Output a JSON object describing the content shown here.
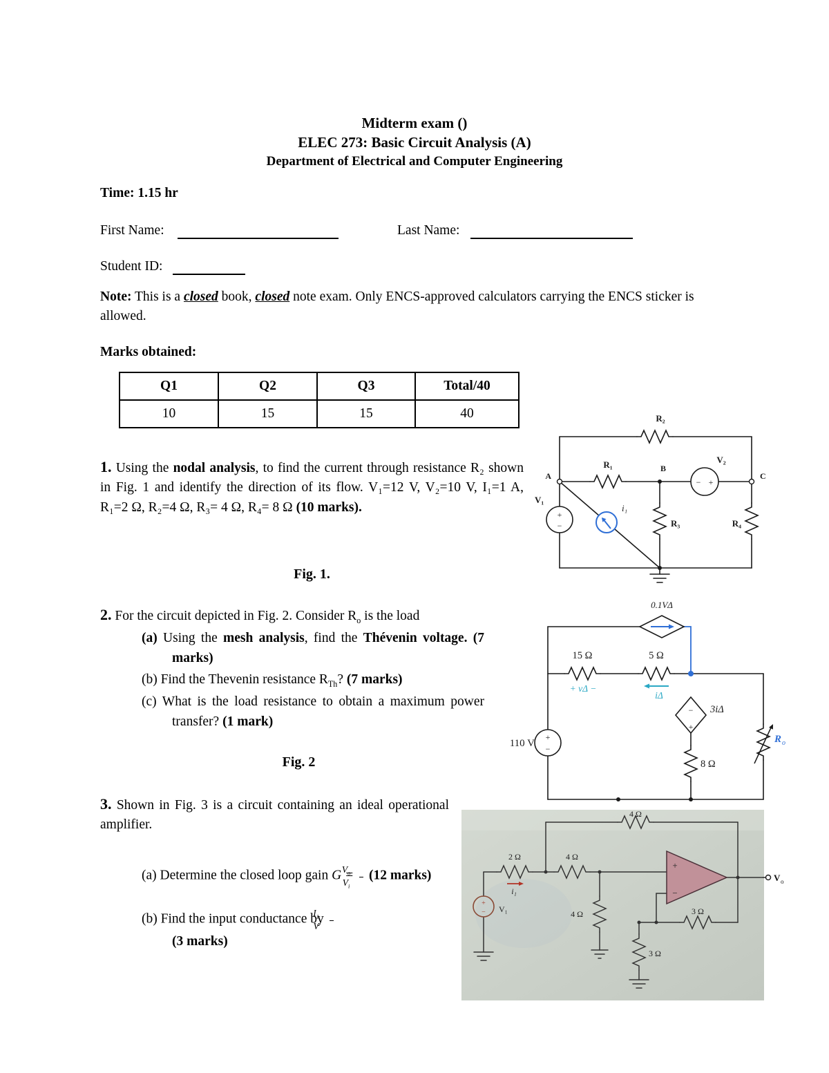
{
  "colors": {
    "accent_blue": "#2f6fd6",
    "teal": "#2aa8c4",
    "opamp_fill": "#c08a94",
    "photo_bg": "#ccd2ca",
    "ink": "#1a1a1a"
  },
  "header": {
    "line1": "Midterm exam ()",
    "line2": "ELEC 273: Basic Circuit Analysis (A)",
    "line3": "Department of Electrical and Computer Engineering"
  },
  "meta": {
    "time": "Time: 1.15 hr",
    "first_name_label": "First Name:",
    "last_name_label": "Last Name:",
    "student_id_label": "Student ID:"
  },
  "note": {
    "label": "Note:",
    "t1": " This is a ",
    "em1": "closed",
    "t2": " book, ",
    "em2": "closed",
    "t3": " note exam. Only ENCS-approved calculators carrying the ENCS sticker is allowed."
  },
  "marks": {
    "title": "Marks obtained:",
    "headers": [
      "Q1",
      "Q2",
      "Q3",
      "Total/40"
    ],
    "values": [
      "10",
      "15",
      "15",
      "40"
    ]
  },
  "q1": {
    "num": "1.",
    "t1": " Using the ",
    "b1": "nodal analysis",
    "t2": ", to find the current through resistance R₂ shown in Fig. 1 and identify the direction of its flow. V₁=12 V, V₂=10 V, I₁=1 A, R₁=2 Ω, R₂=4 Ω, R₃= 4 Ω, R₄= 8 Ω ",
    "b2": "(10 marks).",
    "fig_caption": "Fig. 1."
  },
  "q2": {
    "num": "2.",
    "t1": " For the circuit depicted in Fig. 2. Consider R",
    "sub1": "o",
    "t2": " is the load",
    "a_label": "(a)",
    "a1": " Using the ",
    "a_b1": "mesh analysis",
    "a2": ", find the ",
    "a_b2": "Thévenin voltage. (7 marks)",
    "b_label": "(b)",
    "b1": " Find the Thevenin resistance R",
    "b_sub": "Th",
    "b2": "? ",
    "b_b": "(7 marks)",
    "c_label": "(c)",
    "c1": " What is the load resistance to obtain a maximum power transfer? ",
    "c_b": "(1 mark)",
    "fig_caption": "Fig. 2"
  },
  "q3": {
    "num": "3.",
    "t1": " Shown in Fig. 3 is a circuit containing an ideal operational amplifier.",
    "a_label": "(a)",
    "a1": " Determine the closed loop gain ",
    "gain_lhs": "G =",
    "frac1_num_base": "V",
    "frac1_num_sub": "o",
    "frac1_den_base": "V",
    "frac1_den_sub": "i",
    "a_b": "(12 marks)",
    "b_label": "(b)",
    "b1": " Find the input conductance by ",
    "frac2_num_base": "I",
    "frac2_num_sub": "1",
    "frac2_den_base": "V",
    "b_b": "(3 marks)"
  },
  "fig1": {
    "r1": "R₁",
    "r2": "R₂",
    "r3": "R₃",
    "r4": "R₄",
    "v1": "V₁",
    "v2": "V₂",
    "i1": "i₁",
    "node_a": "A",
    "node_b": "B",
    "node_c": "C",
    "plus": "+",
    "minus": "−"
  },
  "fig2": {
    "source": "110 V",
    "r15": "15 Ω",
    "r5": "5 Ω",
    "r8": "8 Ω",
    "vdelta": "+ vΔ −",
    "idelta": "iΔ",
    "dep_top": "0.1VΔ",
    "dep_right": "3iΔ",
    "ro_base": "R",
    "ro_sub": "o",
    "plus": "+",
    "minus": "−"
  },
  "fig3": {
    "r4_top": "4 Ω",
    "r2": "2 Ω",
    "r4_mid": "4 Ω",
    "r4_vert": "4 Ω",
    "r3_h": "3 Ω",
    "r3_v": "3 Ω",
    "i1": "i₁",
    "v1": "V₁",
    "vo_base": "V",
    "vo_sub": "o",
    "plus": "+",
    "minus": "−",
    "op_plus": "+",
    "op_minus": "−"
  }
}
